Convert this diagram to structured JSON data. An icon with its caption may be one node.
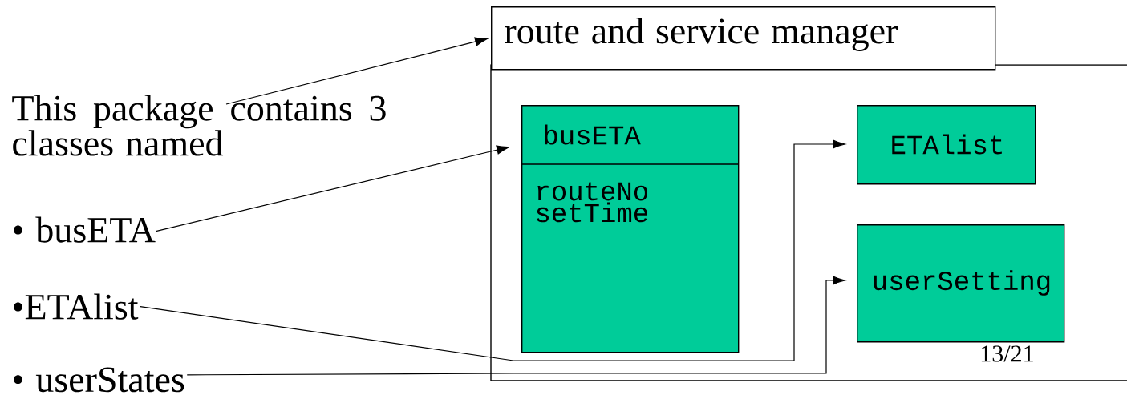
{
  "diagram": {
    "nodes": [
      {
        "text": [
          "route and service manager"
        ]
      },
      {
        "text": [
          "busETA",
          "routeNo setTime"
        ],
        "in": 0
      },
      {
        "text": [
          "ETAlist"
        ],
        "in": 0
      },
      {
        "text": [
          "userSetting"
        ],
        "in": 0
      },
      {
        "text": [
          "This package contains 3 classes named"
        ]
      },
      {
        "text": [
          "• busETA"
        ]
      },
      {
        "text": [
          "•ETAlist"
        ]
      },
      {
        "text": [
          "• userStates"
        ]
      }
    ],
    "edges": [
      {
        "from": 4,
        "to": 0,
        "arrow": "to"
      },
      {
        "from": 5,
        "to": 1,
        "arrow": "to"
      },
      {
        "from": 6,
        "to": 2,
        "arrow": "to"
      },
      {
        "from": 7,
        "to": 3,
        "arrow": "to"
      }
    ],
    "labels": [
      "13/21"
    ]
  }
}
